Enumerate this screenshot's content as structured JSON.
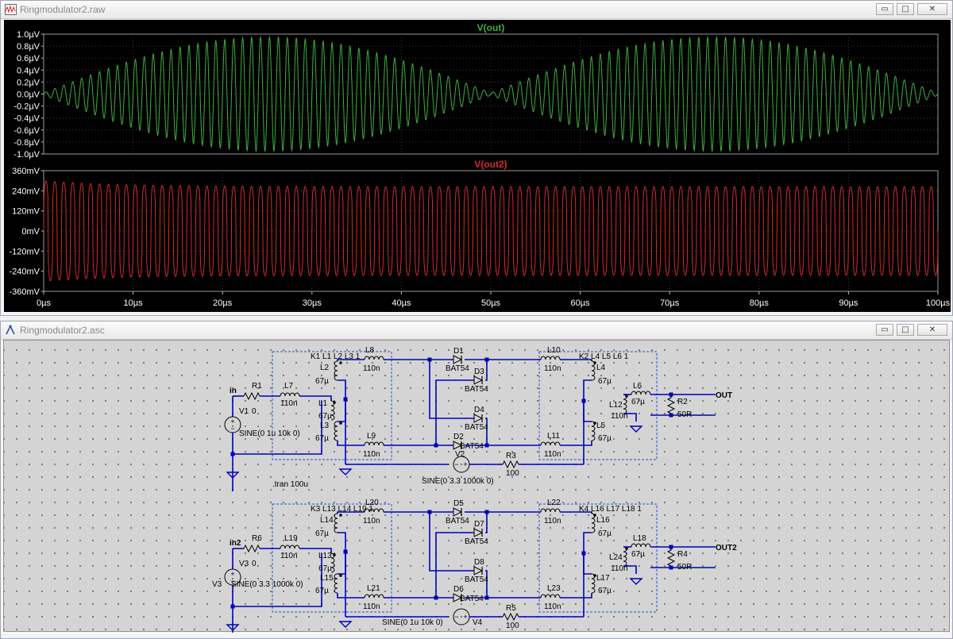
{
  "waveform_window": {
    "title": "Ringmodulator2.raw",
    "buttons": {
      "minimize": "▭",
      "maximize": "□",
      "close": "✕"
    }
  },
  "schematic_window": {
    "title": "Ringmodulator2.asc",
    "buttons": {
      "minimize": "▭",
      "maximize": "□",
      "close": "✕"
    }
  },
  "colors": {
    "trace1": "#3fae3f",
    "trace2": "#d42a2a",
    "axis_text": "#ffffff",
    "grid": "#3a3a3a",
    "wire": "#0000bb"
  },
  "chart_data": [
    {
      "type": "line",
      "title": "V(out)",
      "yticks": [
        "1.0µV",
        "0.8µV",
        "0.6µV",
        "0.4µV",
        "0.2µV",
        "0.0µV",
        "-0.2µV",
        "-0.4µV",
        "-0.6µV",
        "-0.8µV",
        "-1.0µV"
      ],
      "ylim": [
        -1.0,
        1.0
      ],
      "xlim": [
        0,
        100
      ],
      "carrier_cycles": 100,
      "envelope": "|sin(2*pi*10kHz*t)|",
      "amplitude_peak": 0.93,
      "grid": true
    },
    {
      "type": "line",
      "title": "V(out2)",
      "yticks": [
        "360mV",
        "240mV",
        "120mV",
        "0mV",
        "-120mV",
        "-240mV",
        "-360mV"
      ],
      "ylim": [
        -360,
        360
      ],
      "xlim": [
        0,
        100
      ],
      "carrier_cycles": 100,
      "amplitude_peak": 300,
      "amplitude_steady": 265,
      "xticks": [
        "0µs",
        "10µs",
        "20µs",
        "30µs",
        "40µs",
        "50µs",
        "60µs",
        "70µs",
        "80µs",
        "90µs",
        "100µs"
      ],
      "grid": true
    }
  ],
  "schematic": {
    "directive": ".tran 100u",
    "top": {
      "coupling_left": "K1 L1 L2 L3 1",
      "coupling_right": "K2 L4 L5 L6 1",
      "net_in": "in",
      "net_out": "OUT",
      "source_in": {
        "name": "V1",
        "value": "SINE(0 1u 10k 0)"
      },
      "source_mid": {
        "name": "V2",
        "value": "SINE(0 3.3 1000k 0)"
      },
      "resistors": [
        {
          "name": "R1",
          "value": "0"
        },
        {
          "name": "R2",
          "value": "50R"
        },
        {
          "name": "R3",
          "value": "100"
        }
      ],
      "inductors": [
        {
          "name": "L7",
          "value": "110n"
        },
        {
          "name": "L8",
          "value": "110n"
        },
        {
          "name": "L9",
          "value": "110n"
        },
        {
          "name": "L10",
          "value": "110n"
        },
        {
          "name": "L11",
          "value": "110n"
        },
        {
          "name": "L12",
          "value": "110n"
        },
        {
          "name": "L1",
          "value": "67µ"
        },
        {
          "name": "L2",
          "value": "67µ"
        },
        {
          "name": "L3",
          "value": "67µ"
        },
        {
          "name": "L4",
          "value": "67µ"
        },
        {
          "name": "L5",
          "value": "67µ"
        },
        {
          "name": "L6",
          "value": "67µ"
        }
      ],
      "diodes": [
        {
          "name": "D1",
          "model": "BAT54"
        },
        {
          "name": "D2",
          "model": "BAT54"
        },
        {
          "name": "D3",
          "model": "BAT54"
        },
        {
          "name": "D4",
          "model": "BAT54"
        }
      ]
    },
    "bottom": {
      "coupling_left": "K3 L13 L14 L19 1",
      "coupling_right": "K4 L16 L17 L18 1",
      "net_in": "in2",
      "net_out": "OUT2",
      "source_in": {
        "name": "V3",
        "value": "SINE(0 3.3 1000k 0)"
      },
      "source_mid": {
        "name": "V4",
        "value": "SINE(0 1u 10k 0)"
      },
      "resistors": [
        {
          "name": "R6",
          "value": "0"
        },
        {
          "name": "R4",
          "value": "50R"
        },
        {
          "name": "R5",
          "value": "100"
        }
      ],
      "inductors": [
        {
          "name": "L19",
          "value": "110n"
        },
        {
          "name": "L20",
          "value": "110n"
        },
        {
          "name": "L21",
          "value": "110n"
        },
        {
          "name": "L22",
          "value": "110n"
        },
        {
          "name": "L23",
          "value": "110n"
        },
        {
          "name": "L24",
          "value": "110n"
        },
        {
          "name": "L13",
          "value": "67µ"
        },
        {
          "name": "L14",
          "value": "67µ"
        },
        {
          "name": "L15",
          "value": "67µ"
        },
        {
          "name": "L16",
          "value": "67µ"
        },
        {
          "name": "L17",
          "value": "67µ"
        },
        {
          "name": "L18",
          "value": "67µ"
        }
      ],
      "diodes": [
        {
          "name": "D5",
          "model": "BAT54"
        },
        {
          "name": "D6",
          "model": "BAT54"
        },
        {
          "name": "D7",
          "model": "BAT54"
        },
        {
          "name": "D8",
          "model": "BAT54"
        }
      ]
    }
  }
}
